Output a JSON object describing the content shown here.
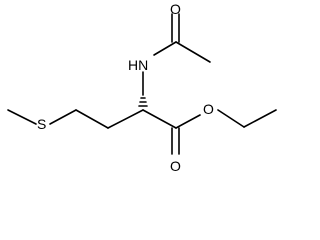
{
  "molecule": {
    "atoms": {
      "o_acyl": "O",
      "n_amide": "HN",
      "s_thioether": "S",
      "o_ester_ring": "O",
      "o_ester_carbonyl": "O"
    },
    "colors": {
      "bond": "#000000",
      "label": "#000000",
      "background": "#ffffff"
    }
  }
}
